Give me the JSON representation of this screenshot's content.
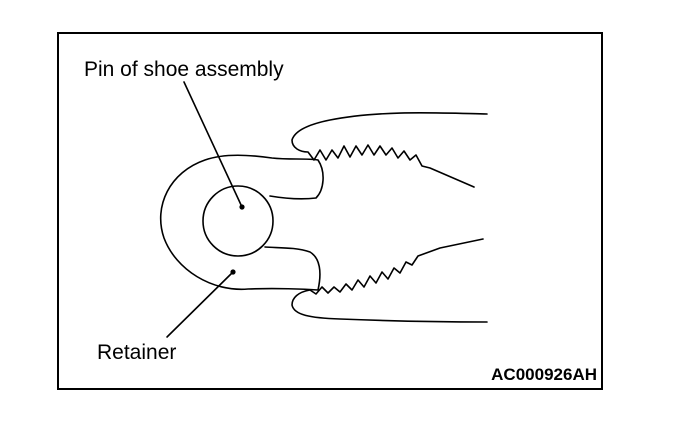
{
  "diagram": {
    "label_pin": "Pin of shoe assembly",
    "label_retainer": "Retainer",
    "figure_code": "AC000926AH",
    "colors": {
      "stroke": "#000000",
      "background": "#ffffff"
    },
    "parts": [
      "retainer",
      "pin",
      "pliers-upper-jaw",
      "pliers-lower-jaw"
    ]
  }
}
